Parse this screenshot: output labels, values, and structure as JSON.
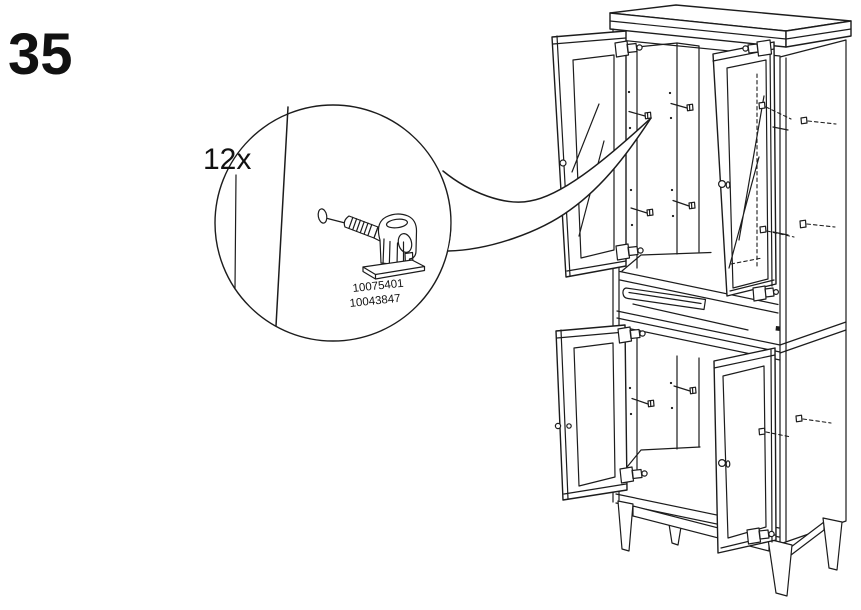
{
  "page": {
    "background": "#ffffff",
    "line_color": "#1c1c1c",
    "text_color": "#111111"
  },
  "step": {
    "number": "35"
  },
  "callout": {
    "quantity_label": "12x",
    "part_number_primary": "10075401",
    "part_number_secondary": "10043847"
  }
}
